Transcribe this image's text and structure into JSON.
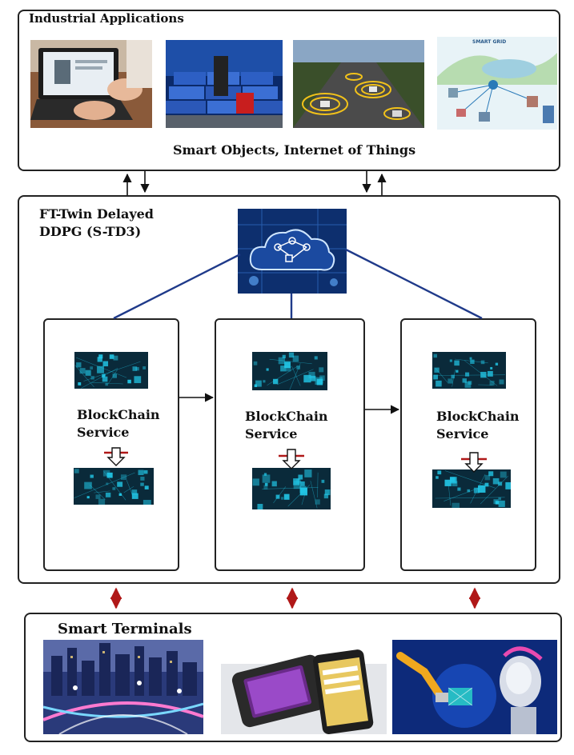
{
  "industrial": {
    "title": "Industrial Applications",
    "subtitle": "Smart Objects, Internet of Things",
    "images": [
      "laptop-image",
      "shipping-containers-image",
      "smart-highway-image",
      "smart-grid-image"
    ],
    "smart_grid_label": "SMART GRID"
  },
  "middle": {
    "title_line1": "FT-Twin Delayed",
    "title_line2": "DDPG (S-TD3)",
    "cloud_image": "cloud-network-image",
    "services": [
      {
        "line1": "BlockChain",
        "line2": "Service"
      },
      {
        "line1": "BlockChain",
        "line2": "Service"
      },
      {
        "line1": "BlockChain",
        "line2": "Service"
      }
    ]
  },
  "terminals": {
    "title": "Smart Terminals",
    "images": [
      "smart-city-image",
      "pos-terminal-image",
      "robot-arm-ai-image"
    ]
  },
  "colors": {
    "border": "#222222",
    "cloud_line": "#1f3a8a",
    "red_arrow": "#b01818",
    "block_bg": "#0a2a3a",
    "block_cube": "#22c8e8"
  }
}
